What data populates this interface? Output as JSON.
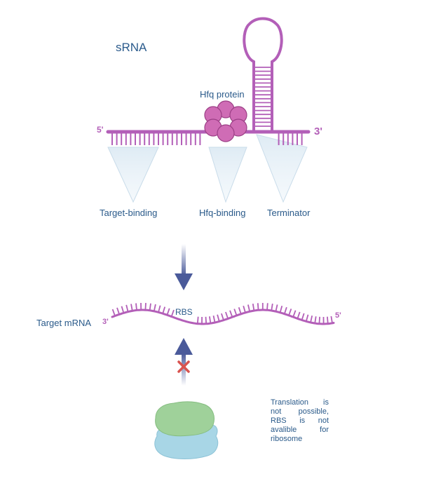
{
  "srna": {
    "title": "sRNA",
    "five_prime": "5'",
    "three_prime": "3'",
    "protein_label": "Hfq protein",
    "regions": [
      {
        "label": "Target-binding"
      },
      {
        "label": "Hfq-binding"
      },
      {
        "label": "Terminator"
      }
    ]
  },
  "mrna": {
    "label": "Target mRNA",
    "three_prime": "3'",
    "five_prime": "5'",
    "rbs_label": "RBS"
  },
  "note": {
    "text": "Translation is not possible, RBS is not avalible for ribosome"
  },
  "colors": {
    "rna": "#b35fb8",
    "protein_fill": "#cf6cb5",
    "protein_stroke": "#9c3f86",
    "arrow": "#4a5a9a",
    "block_x": "#d9534f",
    "ribosome_top": "#9fd19a",
    "ribosome_bottom": "#a8d6e6",
    "text": "#2a5a8a"
  }
}
